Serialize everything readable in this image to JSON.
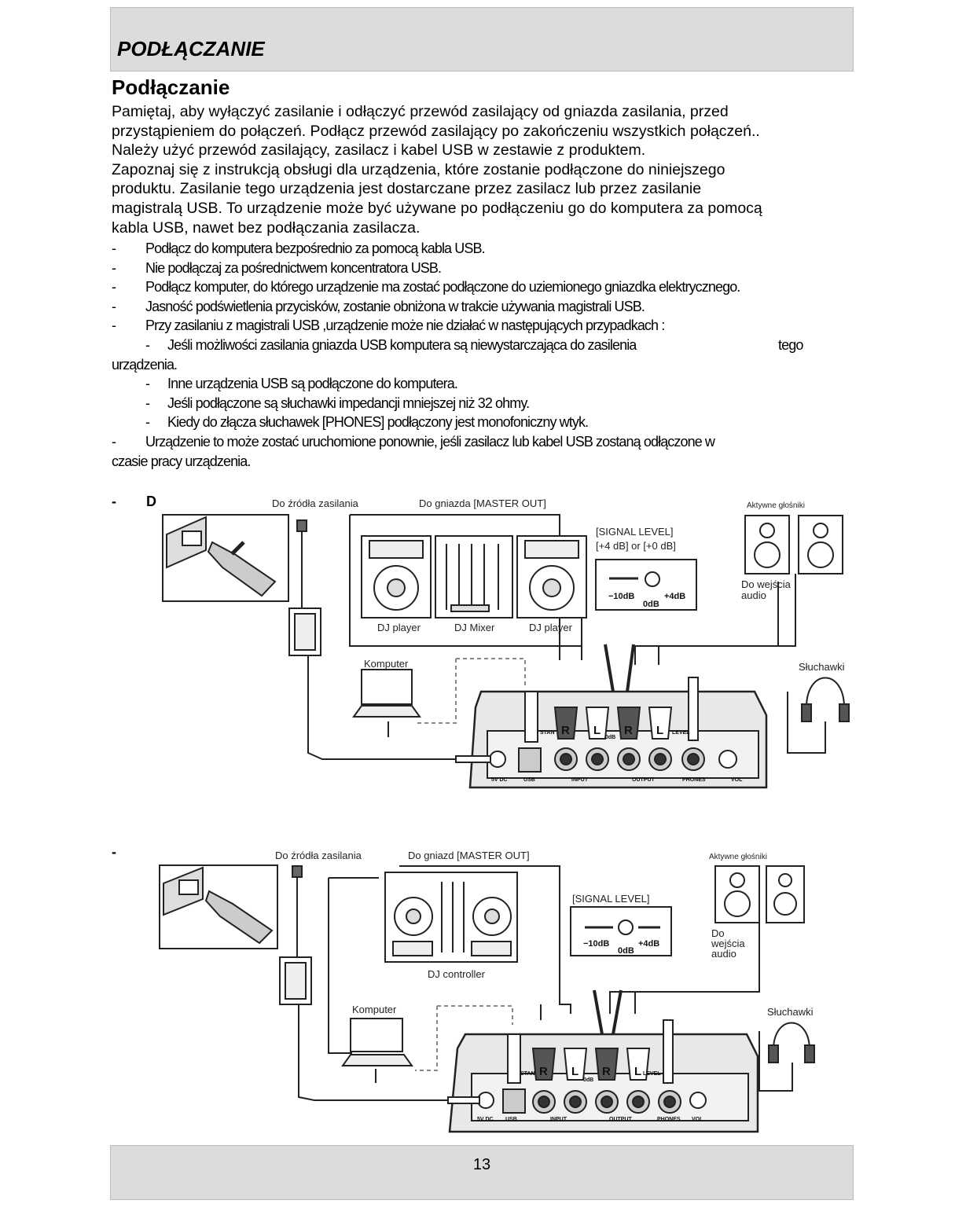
{
  "header": {
    "title": "PODŁĄCZANIE"
  },
  "section": {
    "title": "Podłączanie"
  },
  "intro": {
    "lines": [
      "Pamiętaj, aby wyłączyć zasilanie i odłączyć przewód zasilający od gniazda zasilania, przed",
      "przystąpieniem do połączeń. Podłącz przewód zasilający po zakończeniu wszystkich połączeń..",
      "Należy użyć przewód zasilający, zasilacz i kabel USB w zestawie z produktem.",
      "Zapoznaj się z instrukcją obsługi dla urządzenia, które zostanie podłączone do niniejszego",
      "produktu. Zasilanie tego urządzenia jest dostarczane przez zasilacz lub przez zasilanie",
      "magistralą USB. To urządzenie może być używane po podłączeniu go do komputera za pomocą",
      "kabla USB, nawet bez podłączania zasilacza."
    ]
  },
  "list": {
    "dash": "-",
    "i1": "Podłącz do komputera bezpośrednio za pomocą kabla USB.",
    "i2": "Nie podłączaj za pośrednictwem koncentratora USB.",
    "i3": "Podłącz komputer, do którego urządzenie ma zostać podłączone do uziemionego gniazdka  elektrycznego.",
    "i4": "Jasność podświetlenia przycisków, zostanie obniżona w trakcie używania magistrali USB.",
    "i5": "Przy zasilaniu z magistrali USB ,urządzenie może nie działać w następujących przypadkach :",
    "s1": "Jeśli możliwości zasilania gniazda USB komputera są niewystarczająca do zasilenia",
    "s1_trail": "tego",
    "s1_cont": "urządzenia.",
    "s2": "Inne urządzenia USB są podłączone do komputera.",
    "s3": "Jeśli podłączone są słuchawki impedancji mniejszej niż 32 ohmy.",
    "s4": "Kiedy do złącza słuchawek [PHONES] podłączony jest monofoniczny wtyk.",
    "i6": "Urządzenie to może zostać uruchomione ponownie, jeśli zasilacz lub kabel USB zostaną  odłączone w",
    "i6_cont": "czasie pracy urządzenia."
  },
  "figure1": {
    "marker": "-",
    "marker_char": "D",
    "power_source": "Do źródła zasilania",
    "master_out": "Do gniazda [MASTER OUT]",
    "speakers": "Aktywne głośniki",
    "signal_level": "[SIGNAL LEVEL]",
    "signal_level_opt": "[+4 dB] or [+0 dB]",
    "minus10": "−10dB",
    "plus4": "+4dB",
    "zero": "0dB",
    "audio_input_1": "Do wejścia",
    "audio_input_2": "audio",
    "dj_player": "DJ player",
    "dj_mixer": "DJ Mixer",
    "computer": "Komputer",
    "headphones": "Słuchawki"
  },
  "figure2": {
    "marker": "-",
    "power_source": "Do źródła zasilania",
    "master_out": "Do gniazd  [MASTER OUT]",
    "speakers": "Aktywne głośniki",
    "signal_level": "[SIGNAL LEVEL]",
    "minus10": "−10dB",
    "plus4": "+4dB",
    "zero": "0dB",
    "audio_input_1": "Do",
    "audio_input_2": "wejścia",
    "audio_input_3": "audio",
    "dj_controller": "DJ controller",
    "computer": "Komputer",
    "headphones": "Słuchawki"
  },
  "panel": {
    "r": "R",
    "l": "L",
    "stan": "STAN",
    "level": "LEVEL",
    "odb": "0dB",
    "dc": "5V DC",
    "usb": "USB",
    "input": "INPUT",
    "output": "OUTPUT",
    "phones": "PHONES",
    "vol": "VOL"
  },
  "footer": {
    "page": "13"
  }
}
